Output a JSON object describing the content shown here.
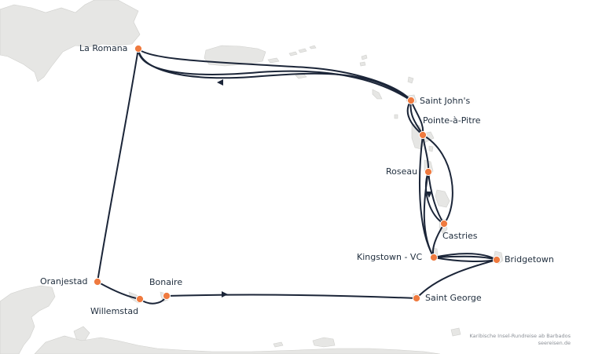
{
  "map": {
    "colors": {
      "land": "#e6e6e4",
      "land_stroke": "#cfcfcc",
      "route": "#1b2538",
      "port": "#ef7a3f"
    },
    "ports": [
      {
        "id": "la-romana",
        "name": "La Romana"
      },
      {
        "id": "saint-johns",
        "name": "Saint John's"
      },
      {
        "id": "pointe-a-pitre",
        "name": "Pointe-à-Pitre"
      },
      {
        "id": "roseau",
        "name": "Roseau"
      },
      {
        "id": "castries",
        "name": "Castries"
      },
      {
        "id": "kingstown",
        "name": "Kingstown - VC"
      },
      {
        "id": "bridgetown",
        "name": "Bridgetown"
      },
      {
        "id": "saint-george",
        "name": "Saint George"
      },
      {
        "id": "bonaire",
        "name": "Bonaire"
      },
      {
        "id": "willemstad",
        "name": "Willemstad"
      },
      {
        "id": "oranjestad",
        "name": "Oranjestad"
      }
    ],
    "credit": {
      "line1": "Karibische Insel-Rundreise ab Barbados",
      "line2": "seereisen.de"
    }
  }
}
